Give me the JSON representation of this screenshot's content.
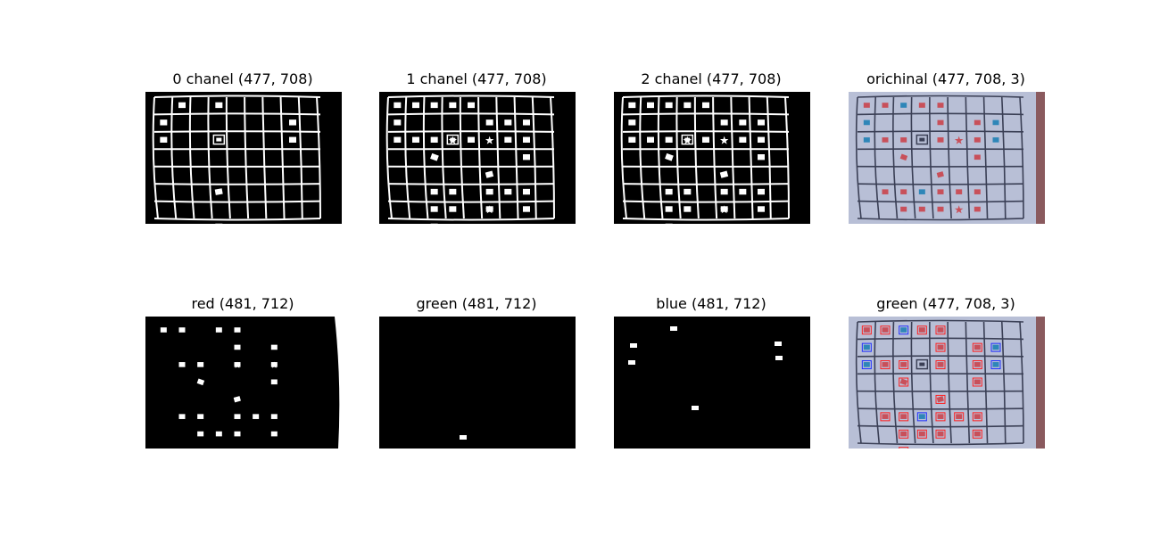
{
  "figure": {
    "panels": [
      {
        "id": "p0",
        "title": "0 chanel (477, 708)",
        "kind": "binary-grid",
        "variant": "ch0"
      },
      {
        "id": "p1",
        "title": "1 chanel (477, 708)",
        "kind": "binary-grid",
        "variant": "ch1"
      },
      {
        "id": "p2",
        "title": "2 chanel (477, 708)",
        "kind": "binary-grid",
        "variant": "ch2"
      },
      {
        "id": "p3",
        "title": "orichinal (477, 708, 3)",
        "kind": "color-photo",
        "variant": "orig"
      },
      {
        "id": "p4",
        "title": "red (481, 712)",
        "kind": "mask",
        "variant": "red"
      },
      {
        "id": "p5",
        "title": "green (481, 712)",
        "kind": "mask",
        "variant": "green"
      },
      {
        "id": "p6",
        "title": "blue (481, 712)",
        "kind": "mask",
        "variant": "blue"
      },
      {
        "id": "p7",
        "title": "green (477, 708, 3)",
        "kind": "color-photo",
        "variant": "annotated"
      }
    ],
    "colors": {
      "background": "#000000",
      "foreground": "#ffffff",
      "photo_bg": "#b8bfd6",
      "photo_grid": "#3a3f55",
      "red_marker": "#c8505a",
      "blue_marker": "#2e86b8",
      "green_marker": "#2ecc71",
      "box_red": "#ff2020",
      "box_blue": "#2030ff"
    }
  }
}
